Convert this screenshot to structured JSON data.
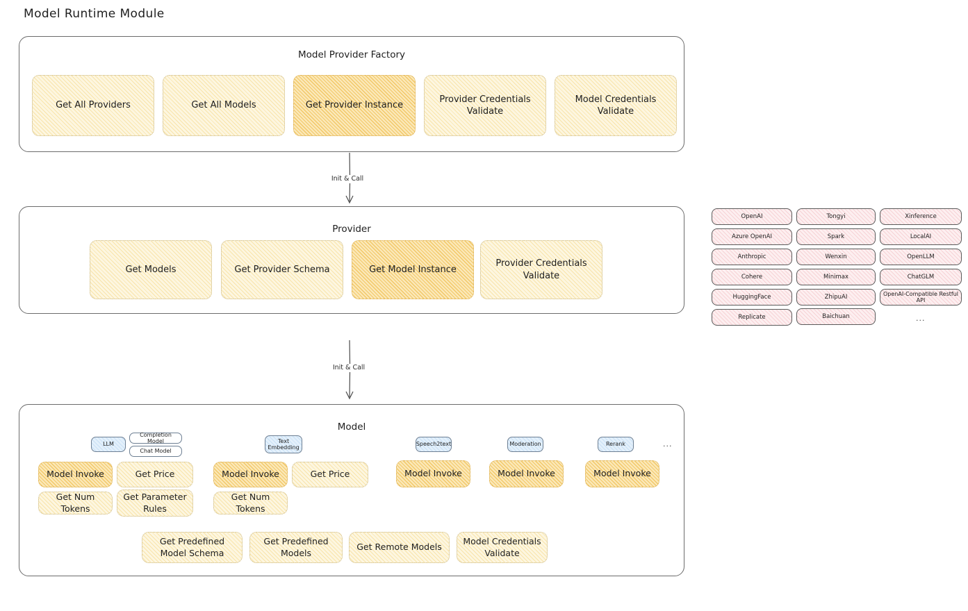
{
  "title": "Model Runtime Module",
  "layers": {
    "factory": {
      "title": "Model Provider Factory",
      "boxes": [
        {
          "label": "Get All Providers",
          "highlight": false
        },
        {
          "label": "Get All Models",
          "highlight": false
        },
        {
          "label": "Get Provider Instance",
          "highlight": true
        },
        {
          "label": "Provider Credentials Validate",
          "highlight": false
        },
        {
          "label": "Model Credentials Validate",
          "highlight": false
        }
      ]
    },
    "provider": {
      "title": "Provider",
      "boxes": [
        {
          "label": "Get Models",
          "highlight": false
        },
        {
          "label": "Get Provider Schema",
          "highlight": false
        },
        {
          "label": "Get Model Instance",
          "highlight": true
        },
        {
          "label": "Provider Credentials Validate",
          "highlight": false
        }
      ]
    },
    "model": {
      "title": "Model",
      "ellipsis": "...",
      "types": [
        {
          "badge": "LLM",
          "sub_badges": [
            "Completion Model",
            "Chat Model"
          ],
          "boxes": [
            {
              "label": "Model Invoke",
              "highlight": true
            },
            {
              "label": "Get Price",
              "highlight": false
            },
            {
              "label": "Get Num Tokens",
              "highlight": false
            },
            {
              "label": "Get Parameter Rules",
              "highlight": false
            }
          ]
        },
        {
          "badge": "Text Embedding",
          "sub_badges": [],
          "boxes": [
            {
              "label": "Model Invoke",
              "highlight": true
            },
            {
              "label": "Get Price",
              "highlight": false
            },
            {
              "label": "Get Num Tokens",
              "highlight": false
            }
          ]
        },
        {
          "badge": "Speech2text",
          "sub_badges": [],
          "boxes": [
            {
              "label": "Model Invoke",
              "highlight": true
            }
          ]
        },
        {
          "badge": "Moderation",
          "sub_badges": [],
          "boxes": [
            {
              "label": "Model Invoke",
              "highlight": true
            }
          ]
        },
        {
          "badge": "Rerank",
          "sub_badges": [],
          "boxes": [
            {
              "label": "Model Invoke",
              "highlight": true
            }
          ]
        }
      ],
      "common_boxes": [
        {
          "label": "Get Predefined Model Schema"
        },
        {
          "label": "Get Predefined Models"
        },
        {
          "label": "Get Remote Models"
        },
        {
          "label": "Model Credentials Validate"
        }
      ]
    }
  },
  "arrows": [
    {
      "label": "Init & Call"
    },
    {
      "label": "Init & Call"
    }
  ],
  "provider_list": {
    "ellipsis": "...",
    "columns": [
      [
        "OpenAI",
        "Azure OpenAI",
        "Anthropic",
        "Cohere",
        "HuggingFace",
        "Replicate"
      ],
      [
        "Tongyi",
        "Spark",
        "Wenxin",
        "Minimax",
        "ZhipuAI",
        "Baichuan"
      ],
      [
        "Xinference",
        "LocalAI",
        "OpenLLM",
        "ChatGLM",
        "OpenAI-Compatible Restful API"
      ]
    ]
  },
  "colors": {
    "accent_yellow": "#fdf6e0",
    "accent_yellow_strong": "#fbe8b8",
    "accent_pink": "#fdeff0",
    "accent_blue": "#e3f0fb",
    "stroke": "#6b6b6b",
    "text": "#1e1e1e"
  }
}
